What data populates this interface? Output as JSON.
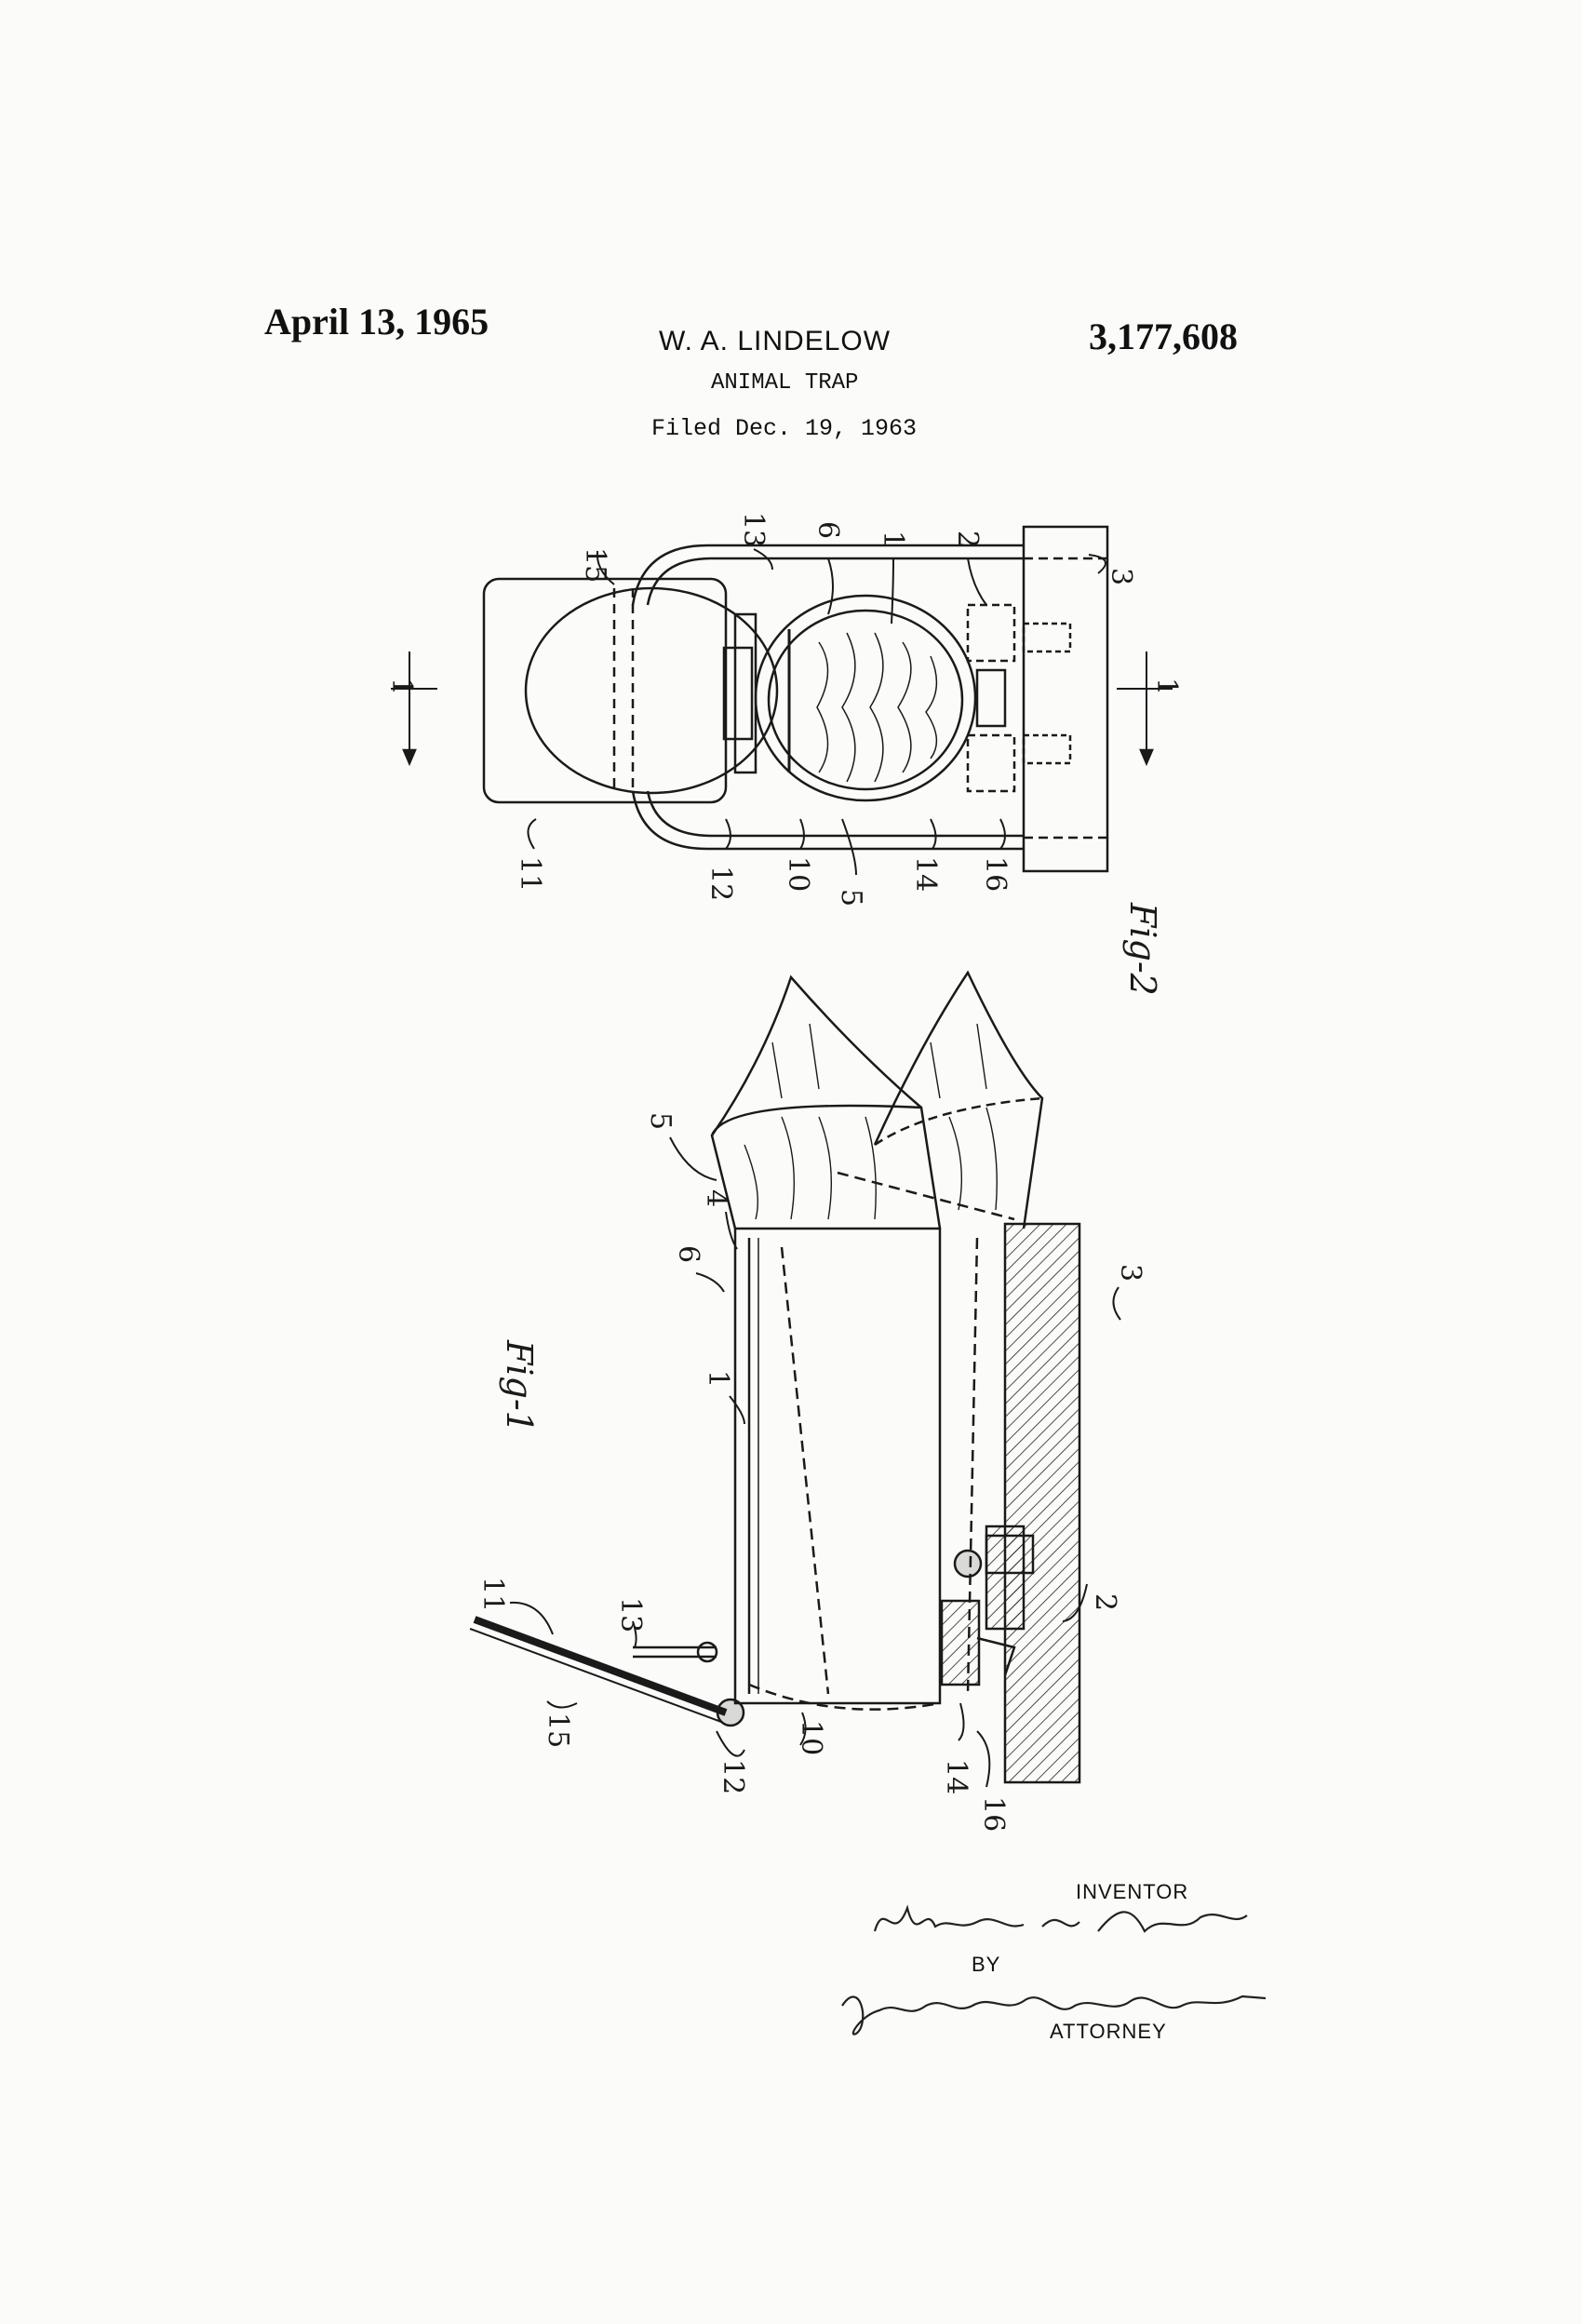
{
  "header": {
    "date": "April 13, 1965",
    "inventor": "W. A. LINDELOW",
    "patent_number": "3,177,608",
    "title": "ANIMAL TRAP",
    "filed": "Filed Dec. 19, 1963"
  },
  "figures": {
    "fig1_label": "Fig-1",
    "fig2_label": "Fig-2",
    "section_mark": "1"
  },
  "reference_numerals": {
    "n1": "1",
    "n2": "2",
    "n3": "3",
    "n4": "4",
    "n5": "5",
    "n6": "6",
    "n10": "10",
    "n11": "11",
    "n12": "12",
    "n13": "13",
    "n14": "14",
    "n15": "15",
    "n16": "16"
  },
  "signature_block": {
    "inventor_label": "INVENTOR",
    "inventor_signature": "William A. Lindelow",
    "by_label": "BY",
    "attorney_signature": "Synnestvedt & Lechner",
    "attorney_label": "ATTORNEY"
  }
}
